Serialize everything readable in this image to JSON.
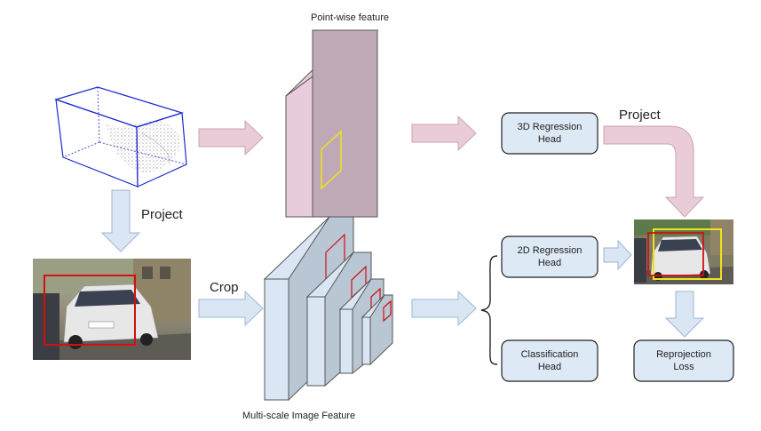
{
  "labels": {
    "pointwise_feature": "Point-wise feature",
    "multiscale_feature": "Multi-scale Image Feature",
    "project_down": "Project",
    "project_curve": "Project",
    "crop": "Crop"
  },
  "boxes": {
    "reg3d": [
      "3D Regression",
      "Head"
    ],
    "reg2d": [
      "2D Regression",
      "Head"
    ],
    "cls": [
      "Classification",
      "Head"
    ],
    "reproj": [
      "Reprojection",
      "Loss"
    ]
  },
  "colors": {
    "pink_arrow": "#e9ccd8",
    "blue_arrow": "#dae6f4",
    "box_fill": "#dde9f5",
    "point_face": "#c0a9b6",
    "point_side": "#e8ccdb",
    "bbox_blue": "#1c2bd1",
    "bbox_red": "#d11010",
    "bbox_yellow": "#f0e21a"
  }
}
